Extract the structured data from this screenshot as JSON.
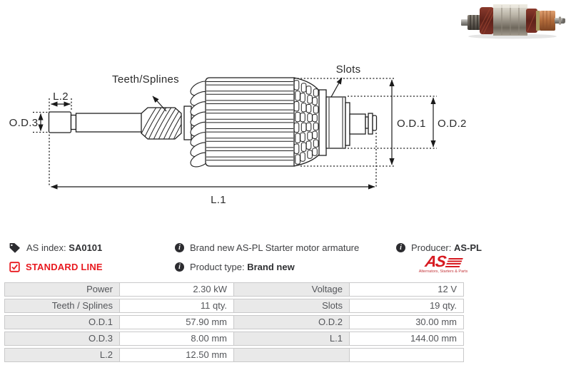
{
  "product": {
    "as_index_label": "AS index:",
    "as_index_value": "SA0101",
    "line_badge": "STANDARD LINE",
    "description": "Brand new AS-PL Starter motor armature",
    "product_type_label": "Product type:",
    "product_type_value": "Brand new",
    "producer_label": "Producer:",
    "producer_value": "AS-PL"
  },
  "logo": {
    "text": "AS",
    "tagline": "Alternators, Starters & Parts"
  },
  "icons": {
    "info_glyph": "i",
    "tag_icon": "tag",
    "check_icon": "check-square"
  },
  "diagram": {
    "labels": {
      "teeth_splines": "Teeth/Splines",
      "slots": "Slots",
      "l1": "L.1",
      "l2": "L.2",
      "od1": "O.D.1",
      "od2": "O.D.2",
      "od3": "O.D.3"
    }
  },
  "specs": {
    "rows": [
      [
        "Power",
        "2.30 kW",
        "Voltage",
        "12 V"
      ],
      [
        "Teeth / Splines",
        "11 qty.",
        "Slots",
        "19 qty."
      ],
      [
        "O.D.1",
        "57.90 mm",
        "O.D.2",
        "30.00 mm"
      ],
      [
        "O.D.3",
        "8.00 mm",
        "L.1",
        "144.00 mm"
      ],
      [
        "L.2",
        "12.50 mm",
        "",
        ""
      ]
    ]
  },
  "colors": {
    "accent_red": "#e8191f",
    "logo_red": "#d71920",
    "table_label_bg": "#e9e9e9",
    "table_border": "#c9c9ca",
    "text": "#3f4043"
  }
}
